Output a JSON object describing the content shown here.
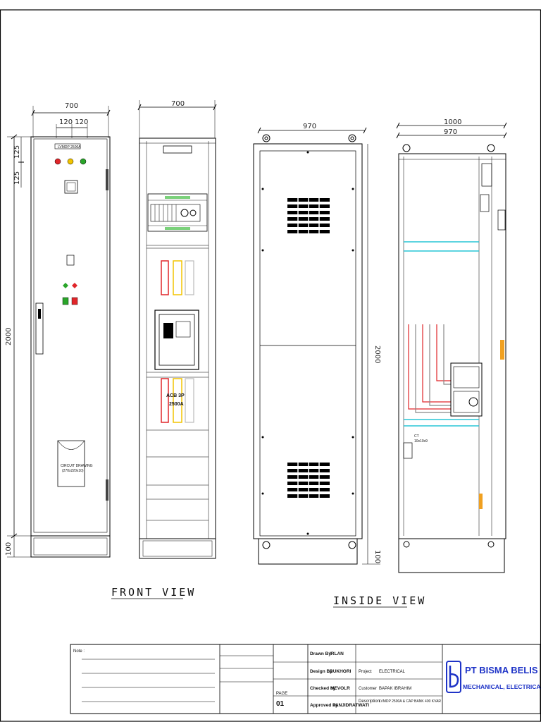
{
  "views": {
    "front_title": "FRONT VIEW",
    "inside_title": "INSIDE VIEW"
  },
  "dimensions": {
    "front_door_width": "700",
    "front_lamp_spacing": "120 120",
    "front_height": "2000",
    "front_top_offset_1": "125",
    "front_top_offset_2": "125",
    "front_base": "100",
    "front_open_width": "700",
    "inside_back_width": "970",
    "inside_back_height": "2000",
    "inside_back_base": "100",
    "inside_side_outer_width": "1000",
    "inside_side_inner_width": "970"
  },
  "panel_labels": {
    "door_plate": "LVMDP 2500A",
    "acb_label_line1": "ACB 3P",
    "acb_label_line2": "2500A",
    "circuit_pocket_line1": "CIRCUIT DRAWING",
    "circuit_pocket_line2": "(270x220x10)",
    "side_label_line1": "CT",
    "side_label_line2": "10x10x9"
  },
  "title_block": {
    "note_label": "Note :",
    "drawn_by_label": "Drawn By",
    "drawn_by_value": "IRLAN",
    "design_by_label": "Design By",
    "design_by_value": "BUKHORI",
    "checked_by_label": "Checked by",
    "checked_by_value": "MEVOLR",
    "approved_by_label": "Approved by",
    "approved_by_value": "PANJIDRATWATI",
    "page_label": "PAGE",
    "page_value": "01",
    "project_label": "Project",
    "project_value": "ELECTRICAL",
    "customer_label": "Customer",
    "customer_value": "BAPAK IBRAHIM",
    "description_label": "Description",
    "description_value": "LVMDP 2500A & CAP BANK 400 KVAR",
    "company_name": "PT BISMA BELIS",
    "company_tagline": "MECHANICAL, ELECTRICAL & SUPPLIER"
  },
  "colors": {
    "lamp_red": "#e0262a",
    "lamp_yellow": "#f2c400",
    "lamp_green": "#2aa52a",
    "busbar_cyan": "#29c6d6",
    "accent_orange": "#f0a020",
    "brand_blue": "#1f34c7"
  }
}
